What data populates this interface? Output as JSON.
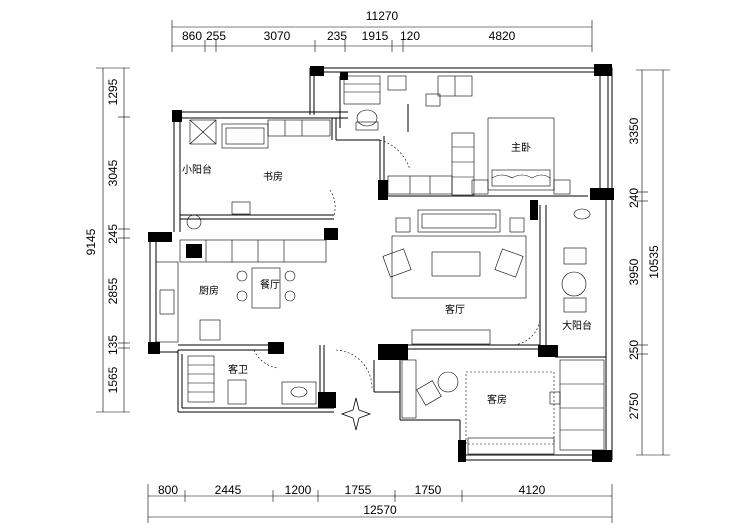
{
  "dimensions": {
    "top_total": "11270",
    "top_segments": [
      "860",
      "255",
      "3070",
      "235",
      "1915",
      "120",
      "4820"
    ],
    "bottom_total": "12570",
    "bottom_segments": [
      "800",
      "2445",
      "1200",
      "1755",
      "1750",
      "4120"
    ],
    "left_total": "9145",
    "left_segments": [
      "1295",
      "3045",
      "245",
      "2855",
      "135",
      "1565"
    ],
    "right_total": "10535",
    "right_segments": [
      "3350",
      "240",
      "3950",
      "250",
      "2750"
    ]
  },
  "rooms": {
    "master_bedroom": "主卧",
    "study": "书房",
    "small_balcony": "小阳台",
    "dining": "餐厅",
    "kitchen": "厨房",
    "living": "客厅",
    "large_balcony": "大阳台",
    "guest_bath": "客卫",
    "guest_room": "客房"
  }
}
